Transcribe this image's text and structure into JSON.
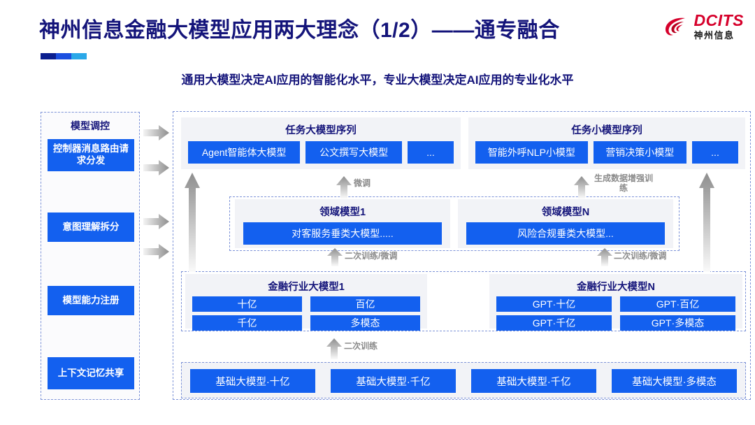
{
  "header": {
    "title": "神州信息金融大模型应用两大理念（1/2）——通专融合",
    "subtitle": "通用大模型决定AI应用的智能化水平，专业大模型决定AI应用的专业化水平",
    "logo_en": "DCITS",
    "logo_cn": "神州信息",
    "accent_navy": "#14147a",
    "accent_blue": "#1360ef",
    "logo_red": "#d6002b"
  },
  "control_column": {
    "title": "模型调控",
    "items": [
      {
        "label": "控制器消息路由请求分发"
      },
      {
        "label": "意图理解拆分"
      },
      {
        "label": "模型能力注册"
      },
      {
        "label": "上下文记忆共享"
      }
    ]
  },
  "task_big": {
    "title": "任务大模型序列",
    "chips": [
      "Agent智能体大模型",
      "公文撰写大模型",
      "..."
    ]
  },
  "task_small": {
    "title": "任务小模型序列",
    "chips": [
      "智能外呼NLP小模型",
      "营销决策小模型",
      "..."
    ]
  },
  "domain_a": {
    "title": "领域模型1",
    "chips": [
      "对客服务垂类大模型....."
    ]
  },
  "domain_b": {
    "title": "领域模型N",
    "chips": [
      "风险合规垂类大模型..."
    ]
  },
  "industry_a": {
    "title": "金融行业大模型1",
    "chips": [
      "十亿",
      "百亿",
      "千亿",
      "多模态"
    ]
  },
  "industry_b": {
    "title": "金融行业大模型N",
    "chips": [
      "GPT·十亿",
      "GPT·百亿",
      "GPT·千亿",
      "GPT·多模态"
    ]
  },
  "base_models": {
    "chips": [
      "基础大模型·十亿",
      "基础大模型·千亿",
      "基础大模型·千亿",
      "基础大模型·多模态"
    ]
  },
  "arrow_labels": {
    "fine_tune": "微调",
    "data_aug": "生成数据增强训练",
    "retrain_finetune": "二次训练/微调",
    "retrain": "二次训练"
  }
}
